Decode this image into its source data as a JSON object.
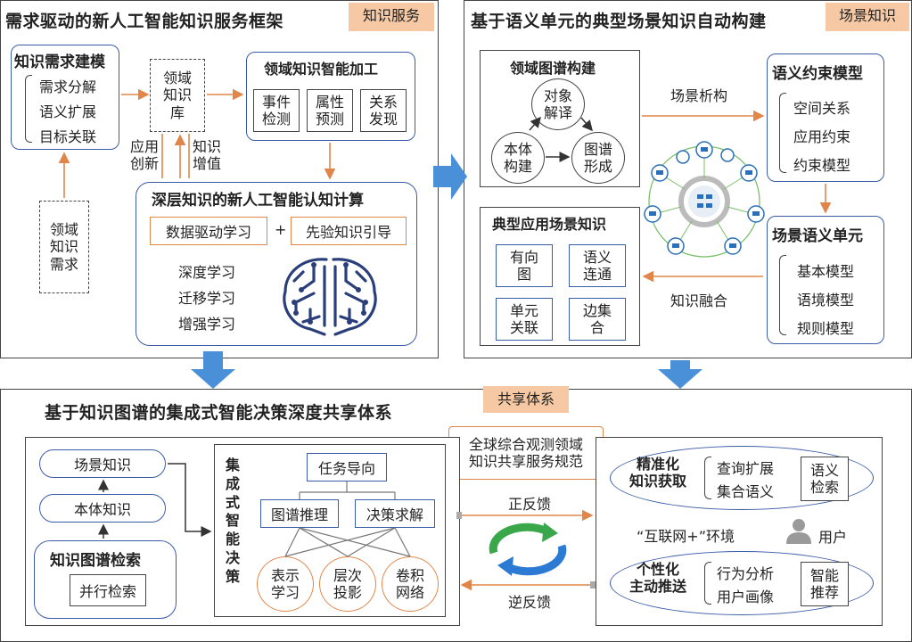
{
  "panel_tl": {
    "title": "需求驱动的新人工智能知识服务框架",
    "tag": "知识服务",
    "demand_model": {
      "title": "知识需求建模",
      "items": [
        "需求分解",
        "语义扩展",
        "目标关联"
      ]
    },
    "domain_demand": [
      "领域",
      "知识",
      "需求"
    ],
    "knowledge_base": [
      "领域",
      "知识",
      "库"
    ],
    "app_innovation": [
      "应用",
      "创新"
    ],
    "knowledge_value": [
      "知识",
      "增值"
    ],
    "smart_processing": {
      "title": "领域知识智能加工",
      "items": [
        [
          "事件",
          "检测"
        ],
        [
          "属性",
          "预测"
        ],
        [
          "关系",
          "发现"
        ]
      ]
    },
    "cognitive": {
      "title": "深层知识的新人工智能认知计算",
      "box1": "数据驱动学习",
      "plus": "+",
      "box2": "先验知识引导",
      "methods": [
        "深度学习",
        "迁移学习",
        "增强学习"
      ]
    }
  },
  "panel_tr": {
    "title": "基于语义单元的典型场景知识自动构建",
    "tag": "场景知识",
    "graph_build": {
      "title": "领域图谱构建",
      "nodes": [
        [
          "对象",
          "解译"
        ],
        [
          "本体",
          "构建"
        ],
        [
          "图谱",
          "形成"
        ]
      ]
    },
    "scene_analysis": "场景析构",
    "semantic_constraint": {
      "title": "语义约束模型",
      "items": [
        "空间关系",
        "应用约束",
        "约束模型"
      ]
    },
    "scene_unit": {
      "title": "场景语义单元",
      "items": [
        "基本模型",
        "语境模型",
        "规则模型"
      ]
    },
    "knowledge_fusion": "知识融合",
    "typical_scene": {
      "title": "典型应用场景知识",
      "items": [
        [
          "有向",
          "图"
        ],
        [
          "语义",
          "连通"
        ],
        [
          "单元",
          "关联"
        ],
        [
          "边集",
          "合"
        ]
      ]
    }
  },
  "panel_bottom": {
    "title": "基于知识图谱的集成式智能决策深度共享体系",
    "tag": "共享体系",
    "spec": [
      "全球综合观测领域",
      "知识共享服务规范"
    ],
    "left": {
      "scene_knowledge": "场景知识",
      "ontology_knowledge": "本体知识",
      "retrieval_title": "知识图谱检索",
      "parallel": "并行检索"
    },
    "decision": {
      "vertical_label": [
        "集",
        "成",
        "式",
        "智",
        "能",
        "决",
        "策"
      ],
      "task": "任务导向",
      "graph_reasoning": "图谱推理",
      "decision_solving": "决策求解",
      "circles": [
        [
          "表示",
          "学习"
        ],
        [
          "层次",
          "投影"
        ],
        [
          "卷积",
          "网络"
        ]
      ]
    },
    "feedback_pos": "正反馈",
    "feedback_neg": "逆反馈",
    "precise": {
      "title": [
        "精准化",
        "知识获取"
      ],
      "items": [
        "查询扩展",
        "集合语义"
      ],
      "right": [
        "语义",
        "检索"
      ]
    },
    "environment": "“互联网+”环境",
    "user": "用户",
    "personal": {
      "title": [
        "个性化",
        "主动推送"
      ],
      "items": [
        "行为分析",
        "用户画像"
      ],
      "right": [
        "智能",
        "推荐"
      ]
    }
  },
  "colors": {
    "orange": "#e0864a",
    "blue": "#3a5ca8",
    "arrow_blue": "#4a90d9",
    "tag": "#f6c9a4"
  }
}
